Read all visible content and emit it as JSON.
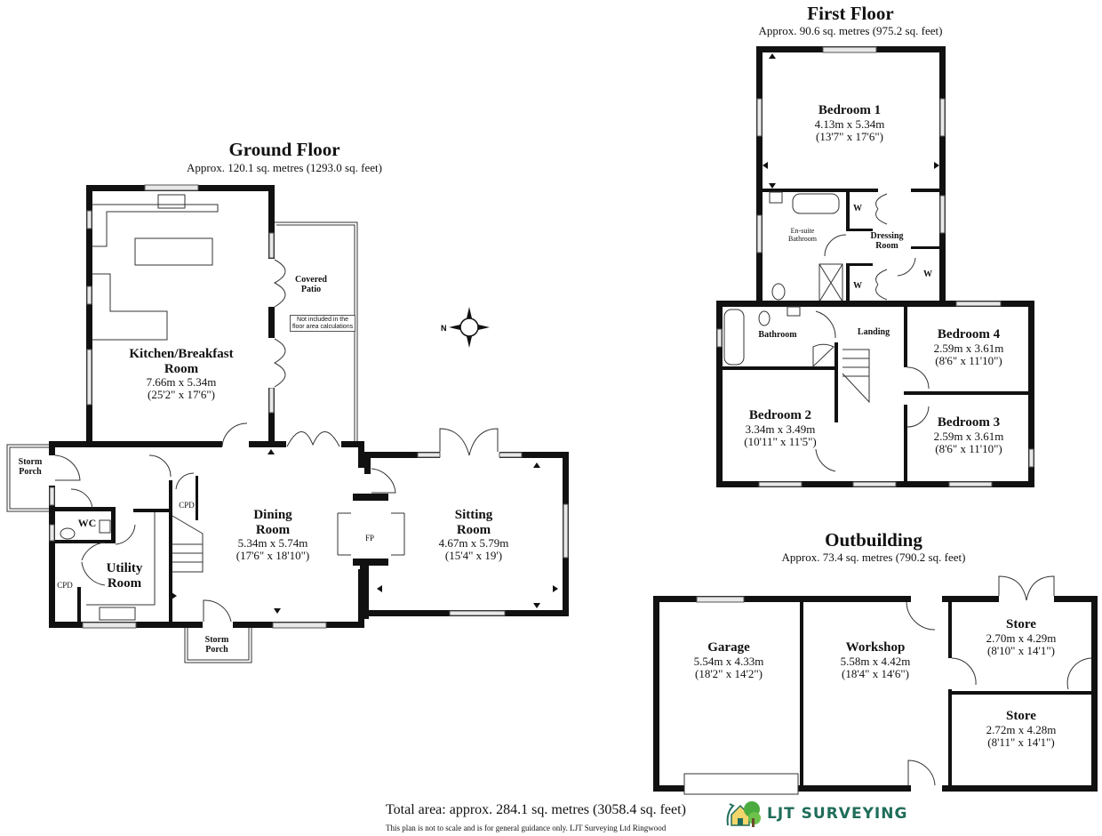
{
  "ground_floor": {
    "title": "Ground Floor",
    "area": "Approx. 120.1 sq. metres (1293.0 sq. feet)",
    "rooms": [
      {
        "name": "Kitchen/Breakfast",
        "name2": "Room",
        "metric": "7.66m x 5.34m",
        "imperial": "(25'2\" x 17'6\")"
      },
      {
        "name": "Dining",
        "name2": "Room",
        "metric": "5.34m x 5.74m",
        "imperial": "(17'6\" x 18'10\")"
      },
      {
        "name": "Sitting",
        "name2": "Room",
        "metric": "4.67m x 5.79m",
        "imperial": "(15'4\" x 19')"
      },
      {
        "name": "Utility",
        "name2": "Room"
      }
    ],
    "labels": {
      "covered_patio_1": "Covered",
      "covered_patio_2": "Patio",
      "patio_note_1": "Not included in the",
      "patio_note_2": "floor area calculations",
      "storm_porch_1": "Storm",
      "storm_porch_2": "Porch",
      "wc": "WC",
      "cpd": "CPD",
      "fp": "FP"
    },
    "compass": "N"
  },
  "first_floor": {
    "title": "First Floor",
    "area": "Approx. 90.6 sq. metres (975.2 sq. feet)",
    "rooms": [
      {
        "name": "Bedroom 1",
        "metric": "4.13m x 5.34m",
        "imperial": "(13'7\" x 17'6\")"
      },
      {
        "name": "Bedroom 2",
        "metric": "3.34m x 3.49m",
        "imperial": "(10'11\" x 11'5\")"
      },
      {
        "name": "Bedroom 3",
        "metric": "2.59m x 3.61m",
        "imperial": "(8'6\" x 11'10\")"
      },
      {
        "name": "Bedroom 4",
        "metric": "2.59m x 3.61m",
        "imperial": "(8'6\" x 11'10\")"
      }
    ],
    "labels": {
      "ensuite_1": "En-suite",
      "ensuite_2": "Bathroom",
      "dressing_1": "Dressing",
      "dressing_2": "Room",
      "bathroom": "Bathroom",
      "landing": "Landing",
      "wardrobe": "W"
    }
  },
  "outbuilding": {
    "title": "Outbuilding",
    "area": "Approx. 73.4 sq. metres (790.2 sq. feet)",
    "rooms": [
      {
        "name": "Garage",
        "metric": "5.54m x 4.33m",
        "imperial": "(18'2\" x 14'2\")"
      },
      {
        "name": "Workshop",
        "metric": "5.58m x 4.42m",
        "imperial": "(18'4\" x 14'6\")"
      },
      {
        "name": "Store",
        "metric": "2.70m x 4.29m",
        "imperial": "(8'10\" x 14'1\")"
      },
      {
        "name": "Store",
        "metric": "2.72m x 4.28m",
        "imperial": "(8'11\" x 14'1\")"
      }
    ]
  },
  "footer": {
    "total_area": "Total area: approx. 284.1 sq. metres (3058.4 sq. feet)",
    "disclaimer": "This plan is not to scale and is for general guidance only. LJT Surveying Ltd Ringwood",
    "logo_text": "LJT SURVEYING",
    "logo_icon": "house-tree-icon",
    "brand_color": "#1f6d5a"
  }
}
